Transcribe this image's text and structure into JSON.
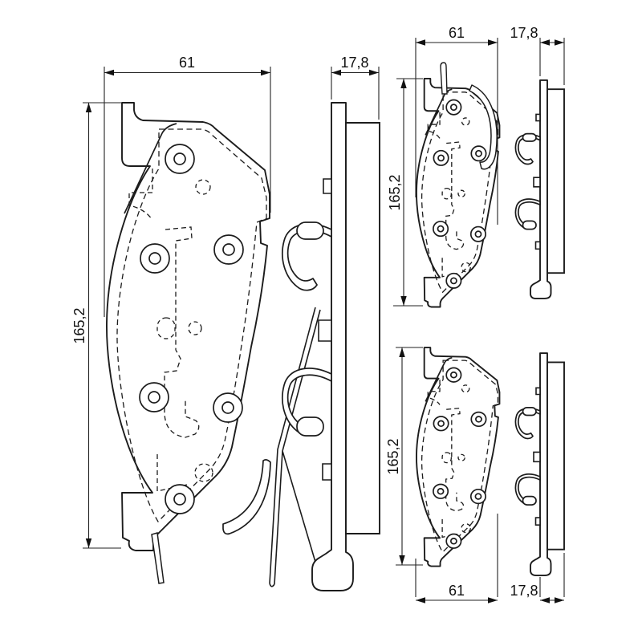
{
  "page": {
    "background_color": "#ffffff",
    "line_color": "#1c1c1c",
    "dim_line_color": "#222222"
  },
  "drawing": {
    "views": {
      "front_large": {
        "width": "61",
        "height": "165,2"
      },
      "side_large": {
        "thickness": "17,8"
      },
      "front_top_right": {
        "width": "61",
        "height": "165,2"
      },
      "side_top_right": {
        "thickness": "17,8"
      },
      "front_bottom_right": {
        "width": "61",
        "height": "165,2"
      },
      "side_bottom_right": {
        "thickness": "17,8"
      }
    }
  }
}
